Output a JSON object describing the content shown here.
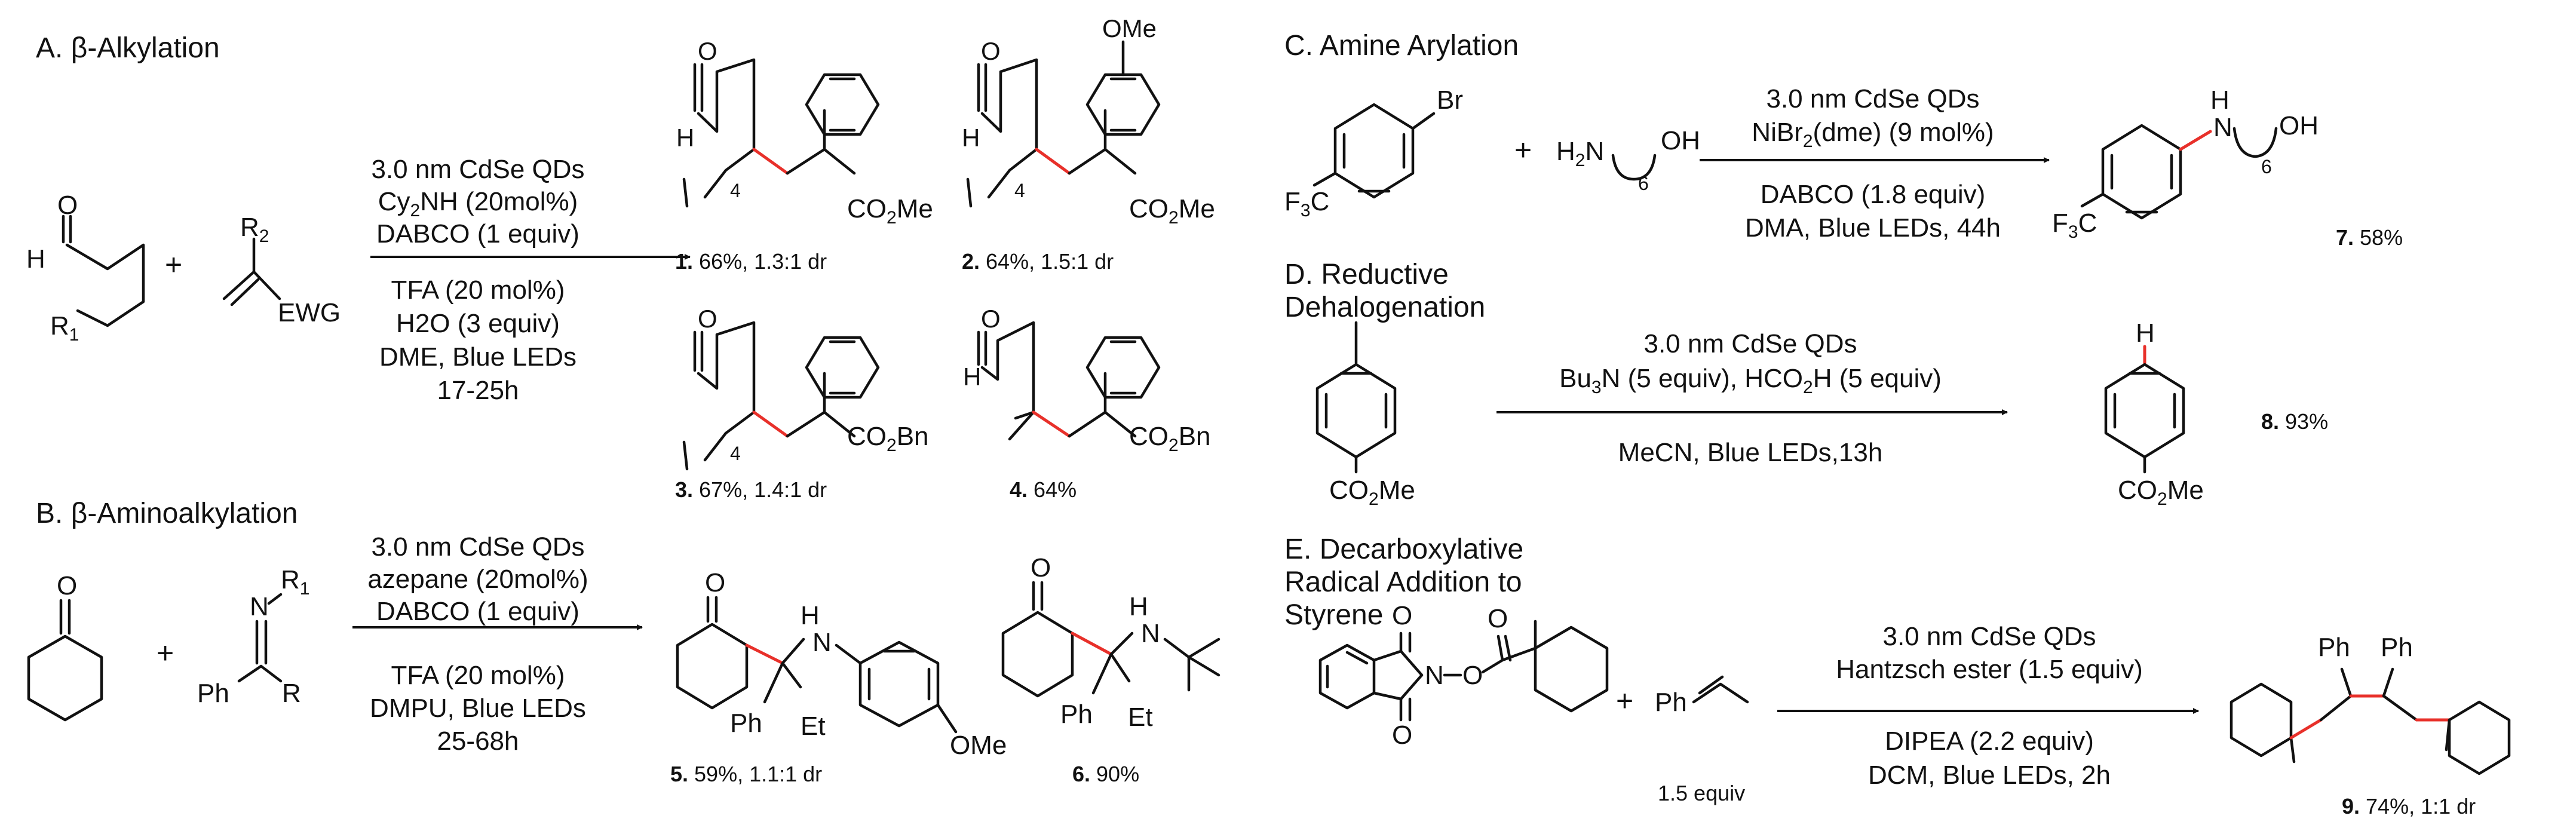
{
  "colors": {
    "ink": "#111111",
    "new_bond": "#e8302a",
    "background": "#ffffff"
  },
  "panels": {
    "A": {
      "title_letter": "A.",
      "title_text": "β-Alkylation",
      "reactant1_labels": {
        "o": "O",
        "h": "H",
        "r1": "R",
        "r1_sub": "1"
      },
      "plus": "+",
      "reactant2_labels": {
        "r2": "R",
        "r2_sub": "2",
        "ewg": "EWG"
      },
      "conditions_above": [
        "3.0 nm CdSe QDs",
        "Cy",
        "2",
        "NH (20mol%)",
        "DABCO (1 equiv)"
      ],
      "conditions_below": [
        "TFA (20 mol%)",
        "H2O (3 equiv)",
        "DME, Blue LEDs",
        "17-25h"
      ],
      "products": [
        {
          "num": "1.",
          "yield": " 66%, 1.3:1 dr",
          "ester": "CO",
          "ester_sub": "2",
          "ester_end": "Me",
          "chain_sub": "4"
        },
        {
          "num": "2.",
          "yield": " 64%, 1.5:1 dr",
          "ester": "CO",
          "ester_sub": "2",
          "ester_end": "Me",
          "chain_sub": "4",
          "ome": "OMe"
        },
        {
          "num": "3.",
          "yield": " 67%, 1.4:1 dr",
          "ester": "CO",
          "ester_sub": "2",
          "ester_end": "Bn",
          "chain_sub": "4"
        },
        {
          "num": "4.",
          "yield": " 64%",
          "ester": "CO",
          "ester_sub": "2",
          "ester_end": "Bn"
        }
      ],
      "atom_o": "O",
      "atom_h": "H"
    },
    "B": {
      "title_letter": "B.",
      "title_text": "β-Aminoalkylation",
      "reactant1_labels": {
        "o": "O"
      },
      "plus": "+",
      "reactant2_labels": {
        "n": "N",
        "r1": "R",
        "r1_sub": "1",
        "ph": "Ph",
        "r": "R"
      },
      "conditions_above": [
        "3.0 nm CdSe QDs",
        "azepane (20mol%)",
        "DABCO (1 equiv)"
      ],
      "conditions_below": [
        "TFA (20 mol%)",
        "DMPU, Blue LEDs",
        "25-68h"
      ],
      "products": [
        {
          "num": "5.",
          "yield": " 59%, 1.1:1 dr",
          "o": "O",
          "nh": "H",
          "n": "N",
          "ph": "Ph",
          "et": "Et",
          "ome": "OMe"
        },
        {
          "num": "6.",
          "yield": " 90%",
          "o": "O",
          "nh": "H",
          "n": "N",
          "ph": "Ph",
          "et": "Et"
        }
      ]
    },
    "C": {
      "title": "C. Amine Arylation",
      "reactant1_labels": {
        "br": "Br",
        "cf3": "F",
        "cf3_sub": "3",
        "cf3_end": "C"
      },
      "plus": "+",
      "reactant2_labels": {
        "h2n": "H",
        "h2n_sub": "2",
        "n": "N",
        "oh": "OH",
        "count": "6"
      },
      "conditions_above": [
        "3.0 nm CdSe QDs",
        "NiBr",
        "2",
        "(dme) (9 mol%)"
      ],
      "conditions_below": [
        "DABCO (1.8 equiv)",
        "DMA, Blue LEDs, 44h"
      ],
      "product": {
        "num": "7.",
        "yield": " 58%",
        "h": "H",
        "n": "N",
        "oh": "OH",
        "count": "6",
        "cf3": "F",
        "cf3_sub": "3",
        "cf3_end": "C"
      }
    },
    "D": {
      "title_lines": [
        "D. Reductive",
        "Dehalogenation"
      ],
      "reactant_labels": {
        "ester": "CO",
        "ester_sub": "2",
        "ester_end": "Me"
      },
      "conditions_above": [
        "3.0 nm CdSe QDs",
        "Bu",
        "3",
        "N (5 equiv), HCO",
        "2",
        "H (5 equiv)"
      ],
      "conditions_below": [
        "MeCN, Blue LEDs,13h"
      ],
      "product": {
        "num": "8.",
        "yield": " 93%",
        "h": "H",
        "ester": "CO",
        "ester_sub": "2",
        "ester_end": "Me"
      }
    },
    "E": {
      "title_lines": [
        "E. Decarboxylative",
        "Radical Addition to",
        "Styrene"
      ],
      "reactant1_labels": {
        "o1": "O",
        "o2": "O",
        "o3": "O",
        "o4": "O",
        "n": "N"
      },
      "plus": "+",
      "reactant2_labels": {
        "ph": "Ph",
        "equiv": "1.5 equiv"
      },
      "conditions_above": [
        "3.0 nm CdSe QDs",
        "Hantzsch ester (1.5 equiv)"
      ],
      "conditions_below": [
        "DIPEA (2.2 equiv)",
        "DCM, Blue LEDs, 2h"
      ],
      "product": {
        "num": "9.",
        "yield": " 74%, 1:1 dr",
        "ph1": "Ph",
        "ph2": "Ph"
      }
    }
  }
}
